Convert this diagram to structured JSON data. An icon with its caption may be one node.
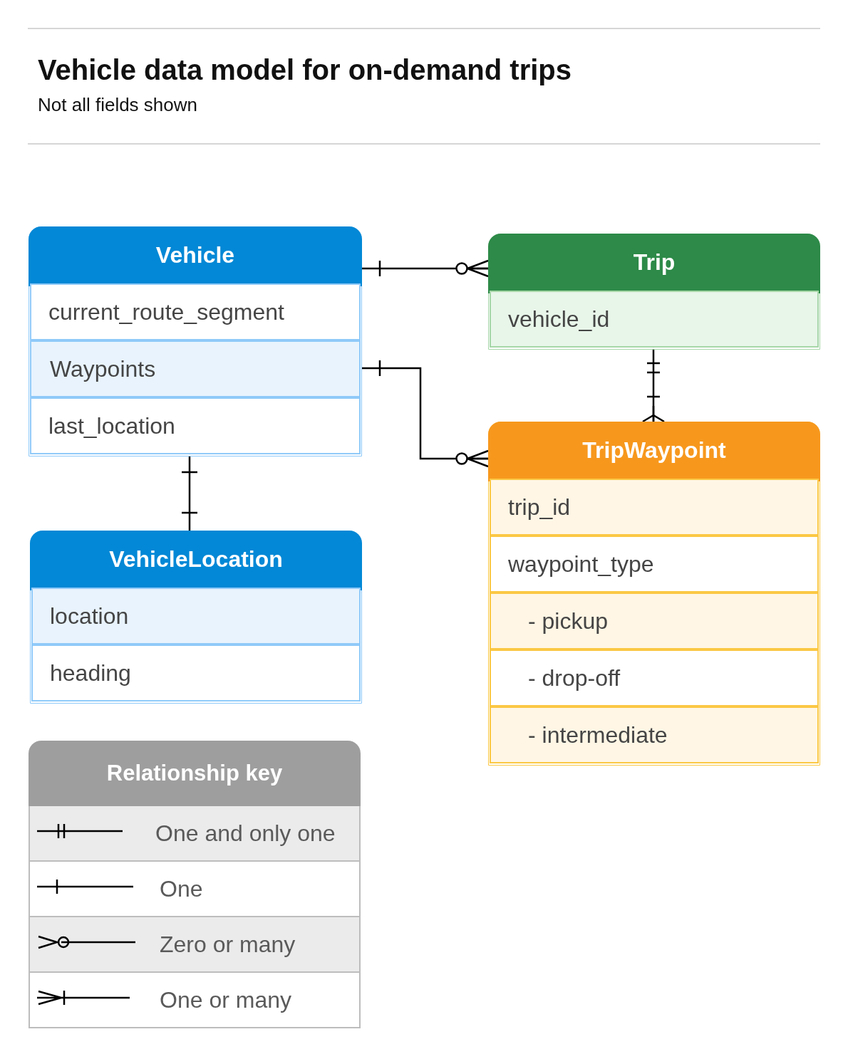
{
  "diagram": {
    "title": "Vehicle data model for on-demand trips",
    "caption": "Not all fields shown",
    "nodes": [
      {
        "text": [
          "Vehicle"
        ]
      },
      {
        "text": [
          "current_route_segment"
        ],
        "in": 0
      },
      {
        "text": [
          "Waypoints"
        ],
        "in": 0
      },
      {
        "text": [
          "last_location"
        ],
        "in": 0
      },
      {
        "text": [
          "Trip"
        ]
      },
      {
        "text": [
          "vehicle_id"
        ],
        "in": 4
      },
      {
        "text": [
          "TripWaypoint"
        ]
      },
      {
        "text": [
          "trip_id"
        ],
        "in": 6
      },
      {
        "text": [
          "waypoint_type"
        ],
        "in": 6
      },
      {
        "text": [
          "- pickup"
        ],
        "in": 6
      },
      {
        "text": [
          "- drop-off"
        ],
        "in": 6
      },
      {
        "text": [
          "- intermediate"
        ],
        "in": 6
      },
      {
        "text": [
          "VehicleLocation"
        ]
      },
      {
        "text": [
          "location"
        ],
        "in": 12
      },
      {
        "text": [
          "heading"
        ],
        "in": 12
      }
    ],
    "edges": [
      {
        "from": 0,
        "to": 4,
        "arrow": "other"
      },
      {
        "from": 2,
        "to": 6,
        "arrow": "other"
      },
      {
        "from": 5,
        "to": 6,
        "arrow": "other"
      },
      {
        "from": 3,
        "to": 12,
        "arrow": "other"
      }
    ],
    "labels": [
      "Relationship key"
    ],
    "legend": [
      {
        "text": "One and only one"
      },
      {
        "text": "One"
      },
      {
        "text": "Zero or many"
      },
      {
        "text": "One or many"
      }
    ]
  }
}
